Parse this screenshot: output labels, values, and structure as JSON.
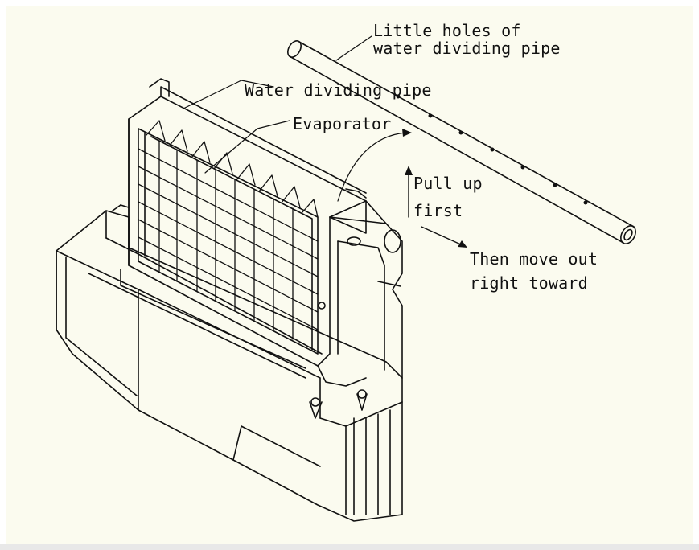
{
  "labels": {
    "holes_line1": "Little holes of",
    "holes_line2": "water dividing pipe",
    "water_pipe": "Water dividing pipe",
    "evaporator": "Evaporator",
    "pull_line1": "Pull up",
    "pull_line2": "first",
    "move_line1": "Then move out",
    "move_line2": "right toward"
  },
  "colors": {
    "background": "#fbfbef",
    "line": "#111111"
  }
}
